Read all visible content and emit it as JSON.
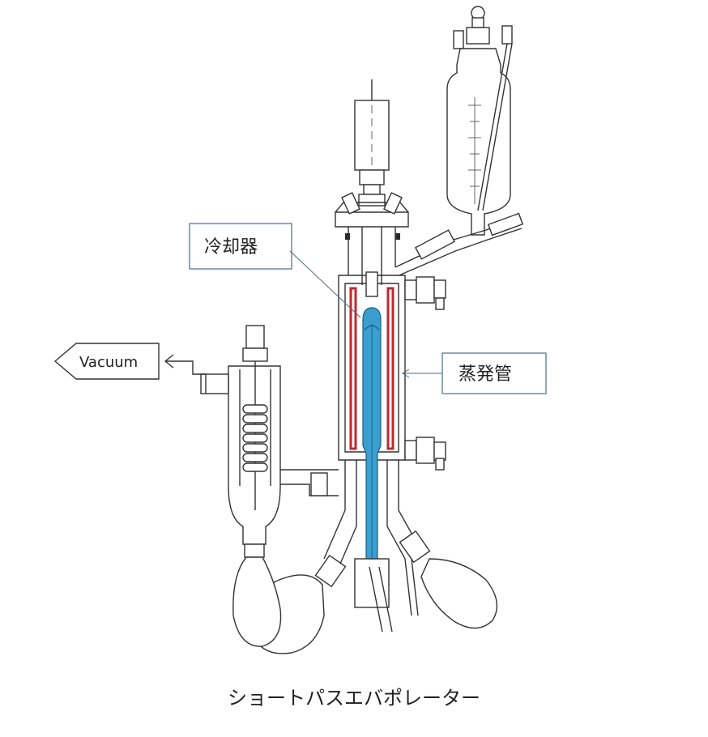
{
  "labels": {
    "cooler": "冷却器",
    "evaporator_tube": "蒸発管",
    "vacuum": "Vacuum"
  },
  "caption": "ショートパスエバポレーター",
  "colors": {
    "evaporator_wall": "#c0282d",
    "cooler_core": "#3a9fd0",
    "label_box_border": "#4a6e8c",
    "leader_line": "#4a6e8c"
  }
}
